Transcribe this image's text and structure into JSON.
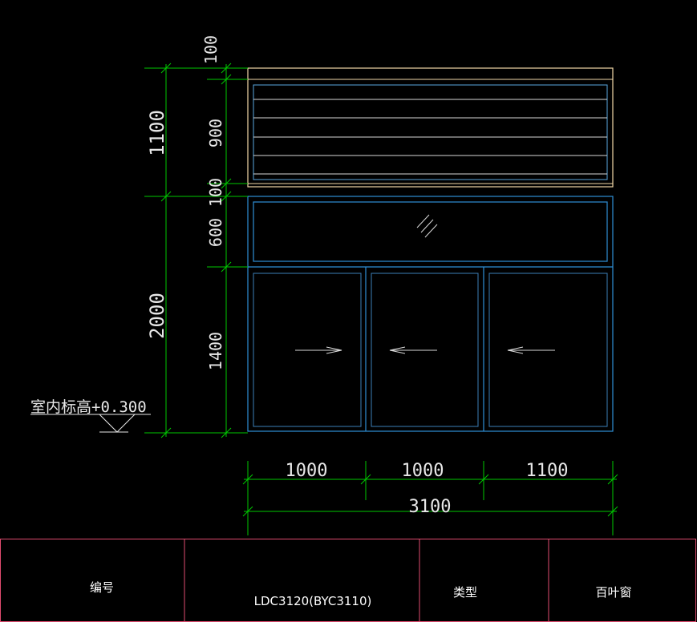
{
  "colors": {
    "background": "#000000",
    "dimension": "#00c800",
    "header_frame": "#f2d9a8",
    "window_frame": "#2f8fd6",
    "louver_line": "#d9d9d9",
    "table_border": "#e04b6f"
  },
  "dimensions": {
    "vertical_outer": [
      "1100",
      "2000"
    ],
    "vertical_inner": [
      "100",
      "900",
      "100",
      "600",
      "1400"
    ],
    "horizontal_parts": [
      "1000",
      "1000",
      "1100"
    ],
    "horizontal_total": "3100"
  },
  "elevation_label": "室内标高+0.300",
  "table": {
    "code_label": "编号",
    "code_value": "LDC3120(BYC3110)",
    "type_label": "类型",
    "type_value": "百叶窗"
  }
}
